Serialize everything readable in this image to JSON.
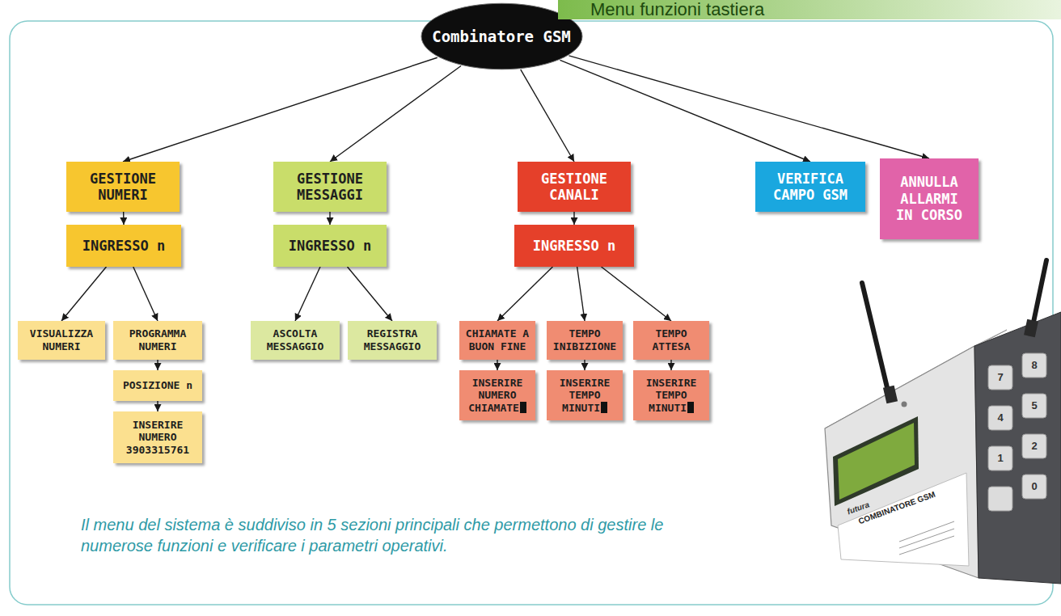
{
  "diagram": {
    "title": "Menu funzioni tastiera",
    "caption": "Il menu del sistema è suddiviso in 5 sezioni principali che permettono di gestire le numerose funzioni e verificare i parametri operativi.",
    "nodes": [
      {
        "text": [
          "Combinatore GSM"
        ]
      },
      {
        "text": [
          "GESTIONE NUMERI"
        ]
      },
      {
        "text": [
          "INGRESSO n"
        ]
      },
      {
        "text": [
          "VISUALIZZA NUMERI"
        ]
      },
      {
        "text": [
          "PROGRAMMA NUMERI"
        ]
      },
      {
        "text": [
          "POSIZIONE n"
        ]
      },
      {
        "text": [
          "INSERIRE NUMERO 3903315761"
        ]
      },
      {
        "text": [
          "GESTIONE MESSAGGI"
        ]
      },
      {
        "text": [
          "INGRESSO n"
        ]
      },
      {
        "text": [
          "ASCOLTA MESSAGGIO"
        ]
      },
      {
        "text": [
          "REGISTRA MESSAGGIO"
        ]
      },
      {
        "text": [
          "GESTIONE CANALI"
        ]
      },
      {
        "text": [
          "INGRESSO n"
        ]
      },
      {
        "text": [
          "CHIAMATE A BUON FINE"
        ]
      },
      {
        "text": [
          "TEMPO INIBIZIONE"
        ]
      },
      {
        "text": [
          "TEMPO ATTESA"
        ]
      },
      {
        "text": [
          "INSERIRE NUMERO CHIAMATE"
        ]
      },
      {
        "text": [
          "INSERIRE TEMPO MINUTI"
        ]
      },
      {
        "text": [
          "INSERIRE TEMPO MINUTI"
        ]
      },
      {
        "text": [
          "VERIFICA CAMPO GSM"
        ]
      },
      {
        "text": [
          "ANNULLA ALLARMI IN CORSO"
        ]
      }
    ],
    "edges": [
      {
        "from": 0,
        "to": 1,
        "arrow": "to"
      },
      {
        "from": 0,
        "to": 7,
        "arrow": "to"
      },
      {
        "from": 0,
        "to": 11,
        "arrow": "to"
      },
      {
        "from": 0,
        "to": 19,
        "arrow": "to"
      },
      {
        "from": 0,
        "to": 20,
        "arrow": "to"
      },
      {
        "from": 1,
        "to": 2,
        "arrow": "to"
      },
      {
        "from": 2,
        "to": 3,
        "arrow": "to"
      },
      {
        "from": 2,
        "to": 4,
        "arrow": "to"
      },
      {
        "from": 4,
        "to": 5,
        "arrow": "to"
      },
      {
        "from": 5,
        "to": 6,
        "arrow": "to"
      },
      {
        "from": 7,
        "to": 8,
        "arrow": "to"
      },
      {
        "from": 8,
        "to": 9,
        "arrow": "to"
      },
      {
        "from": 8,
        "to": 10,
        "arrow": "to"
      },
      {
        "from": 11,
        "to": 12,
        "arrow": "to"
      },
      {
        "from": 12,
        "to": 13,
        "arrow": "to"
      },
      {
        "from": 12,
        "to": 14,
        "arrow": "to"
      },
      {
        "from": 12,
        "to": 15,
        "arrow": "to"
      },
      {
        "from": 13,
        "to": 16,
        "arrow": "to"
      },
      {
        "from": 14,
        "to": 17,
        "arrow": "to"
      },
      {
        "from": 15,
        "to": 18,
        "arrow": "to"
      }
    ],
    "labels": [
      "futura",
      "COMBINATORE GSM",
      "7",
      "8",
      "4",
      "5",
      "1",
      "2",
      "0"
    ]
  }
}
